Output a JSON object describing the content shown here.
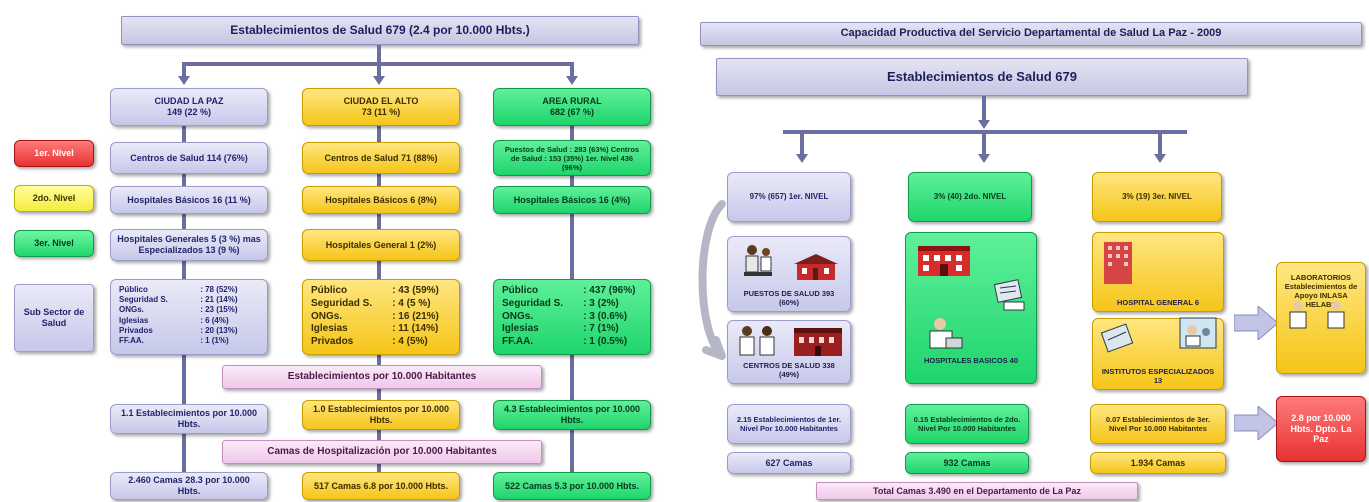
{
  "left": {
    "title": "Establecimientos de Salud 679 (2.4 por 10.000 Hbts.)",
    "cols": [
      {
        "header_l1": "CIUDAD LA PAZ",
        "header_l2": "149 (22 %)",
        "nivel1": "Centros de Salud 114 (76%)",
        "nivel2": "Hospitales Básicos 16 (11 %)",
        "nivel3": "Hospitales Generales 5 (3 %) mas Especializados 13 (9 %)",
        "sub": [
          [
            "Público",
            ": 78 (52%)"
          ],
          [
            "Seguridad S.",
            ": 21 (14%)"
          ],
          [
            "ONGs.",
            ": 23 (15%)"
          ],
          [
            "Iglesias",
            ": 6 (4%)"
          ],
          [
            "Privados",
            ": 20 (13%)"
          ],
          [
            "FF.AA.",
            ": 1 (1%)"
          ]
        ],
        "estab": "1.1 Establecimientos por 10.000 Hbts.",
        "camas": "2.460 Camas 28.3 por 10.000 Hbts."
      },
      {
        "header_l1": "CIUDAD EL ALTO",
        "header_l2": "73 (11 %)",
        "nivel1": "Centros de Salud 71 (88%)",
        "nivel2": "Hospitales Básicos 6 (8%)",
        "nivel3": "Hospitales General 1 (2%)",
        "sub": [
          [
            "Público",
            ": 43 (59%)"
          ],
          [
            "Seguridad S.",
            ": 4 (5 %)"
          ],
          [
            "ONGs.",
            ": 16 (21%)"
          ],
          [
            "Iglesias",
            ": 11 (14%)"
          ],
          [
            "Privados",
            ": 4 (5%)"
          ]
        ],
        "estab": "1.0 Establecimientos por 10.000 Hbts.",
        "camas": "517 Camas 6.8 por 10.000 Hbts."
      },
      {
        "header_l1": "AREA RURAL",
        "header_l2": "682 (67 %)",
        "nivel1": "Puestos de Salud : 283 (63%) Centros de Salud : 153 (35%) 1er. Nivel 436 (96%)",
        "nivel2": "Hospitales Básicos 16 (4%)",
        "nivel3": "",
        "sub": [
          [
            "Público",
            ": 437 (96%)"
          ],
          [
            "Seguridad S.",
            ": 3 (2%)"
          ],
          [
            "ONGs.",
            ": 3 (0.6%)"
          ],
          [
            "Iglesias",
            ": 7 (1%)"
          ],
          [
            "FF.AA.",
            ": 1 (0.5%)"
          ]
        ],
        "estab": "4.3 Establecimientos por 10.000 Hbts.",
        "camas": "522 Camas 5.3 por 10.000 Hbts."
      }
    ],
    "levels": [
      "1er. Nivel",
      "2do. Nivel",
      "3er. Nivel"
    ],
    "sub_sector": "Sub Sector de Salud",
    "band_estab": "Establecimientos por 10.000 Habitantes",
    "band_camas": "Camas de Hospitalización por 10.000 Habitantes"
  },
  "right": {
    "title": "Capacidad Productiva del Servicio Departamental de Salud La Paz - 2009",
    "subtitle": "Establecimientos de Salud 679",
    "cols": [
      {
        "header": "97% (657) 1er. NIVEL",
        "item1": "PUESTOS DE SALUD 393 (60%)",
        "item2": "CENTROS DE SALUD 338 (49%)",
        "ratio": "2.15 Establecimientos de 1er. Nivel Por 10.000 Habitantes",
        "camas": "627 Camas"
      },
      {
        "header": "3% (40) 2do. NIVEL",
        "item1": "HOSPITALES BASICOS 40",
        "ratio": "0.15 Establecimientos de 2do. Nivel Por 10.000 Habitantes",
        "camas": "932 Camas"
      },
      {
        "header": "3% (19) 3er. NIVEL",
        "item1": "HOSPITAL GENERAL 6",
        "item2": "INSTITUTOS ESPECIALIZADOS 13",
        "ratio": "0.07 Establecimientos de 3er. Nivel Por 10.000 Habitantes",
        "camas": "1.934 Camas"
      }
    ],
    "lab": "LABORATORIOS Establecimientos de Apoyo INLASA HELABS",
    "total_box": "2.8 por 10.000 Hbts. Dpto. La Paz",
    "total_camas": "Total Camas 3.490 en el Departamento de La Paz"
  },
  "colors": {
    "lavender": "#c7c8ea",
    "yellow": "#f5c518",
    "green": "#1fd56c",
    "red": "#e83232",
    "pink": "#efc9ea"
  },
  "icons": [
    "people-icon",
    "house-icon",
    "hospital-icon",
    "doctor-icon",
    "building-icon",
    "microscope-icon"
  ]
}
